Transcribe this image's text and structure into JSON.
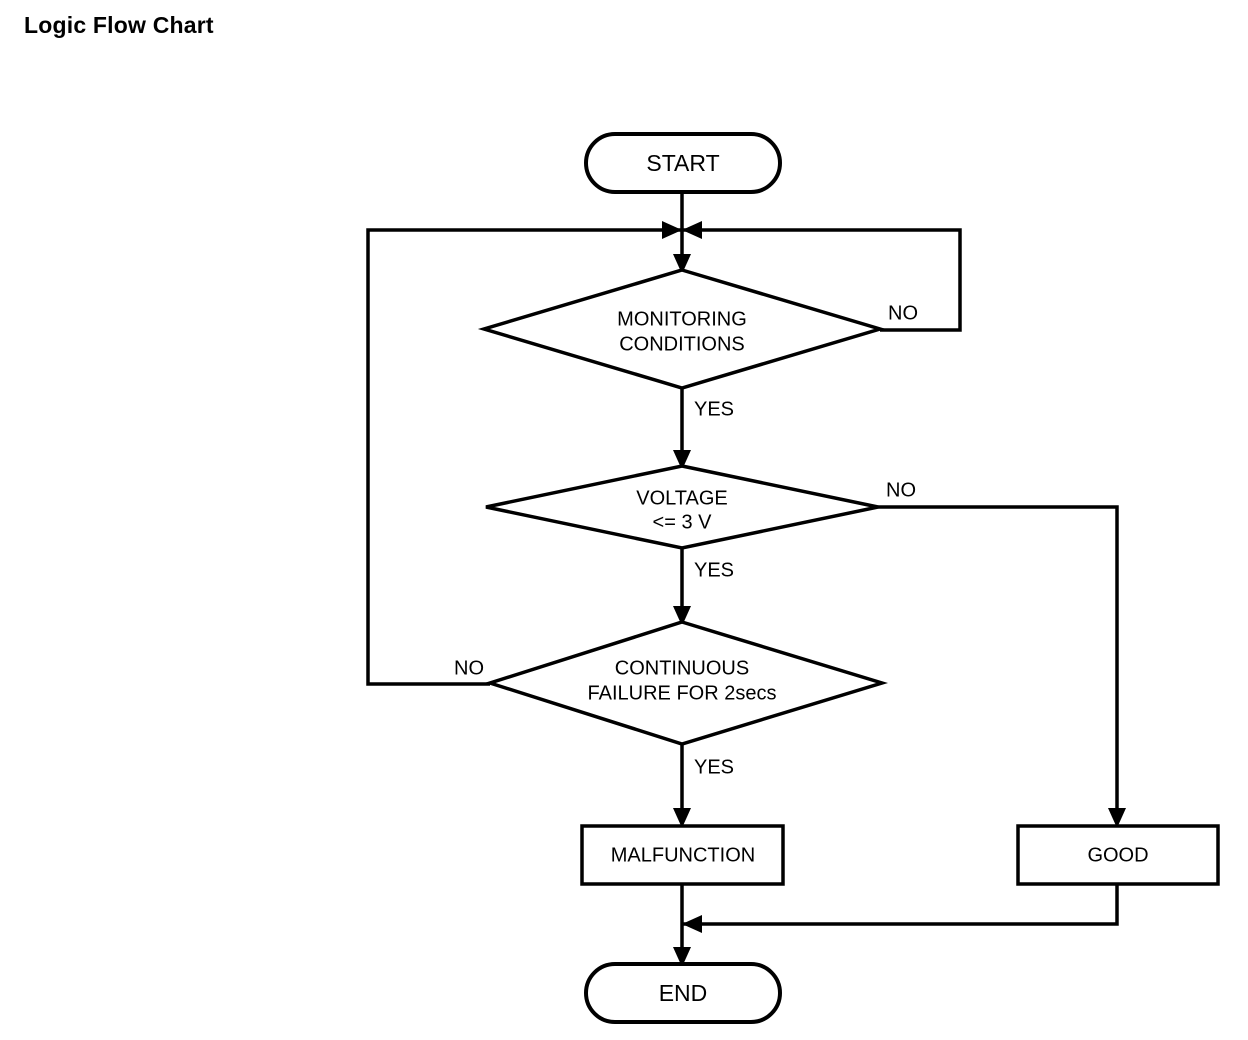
{
  "page": {
    "title": "Logic Flow Chart",
    "background_color": "#ffffff",
    "line_color": "#000000",
    "text_color": "#000000"
  },
  "chart_data": {
    "type": "diagram",
    "diagram_kind": "flowchart",
    "title": "Logic Flow Chart",
    "orientation": "top-to-bottom",
    "nodes": [
      {
        "id": "start",
        "shape": "terminator",
        "label": "START"
      },
      {
        "id": "monitoring",
        "shape": "decision",
        "label_line1": "MONITORING",
        "label_line2": "CONDITIONS"
      },
      {
        "id": "voltage",
        "shape": "decision",
        "label_line1": "VOLTAGE",
        "label_line2": "<= 3 V"
      },
      {
        "id": "continuous",
        "shape": "decision",
        "label_line1": "CONTINUOUS",
        "label_line2": "FAILURE FOR 2secs"
      },
      {
        "id": "malfunction",
        "shape": "process",
        "label": "MALFUNCTION"
      },
      {
        "id": "good",
        "shape": "process",
        "label": "GOOD"
      },
      {
        "id": "end",
        "shape": "terminator",
        "label": "END"
      }
    ],
    "edges": [
      {
        "from": "start",
        "to": "monitoring",
        "label": ""
      },
      {
        "from": "monitoring",
        "to": "voltage",
        "label": "YES"
      },
      {
        "from": "monitoring",
        "to": "monitoring",
        "label": "NO",
        "route": "right-loop-back-to-entry"
      },
      {
        "from": "voltage",
        "to": "continuous",
        "label": "YES"
      },
      {
        "from": "voltage",
        "to": "good",
        "label": "NO",
        "route": "right-down"
      },
      {
        "from": "continuous",
        "to": "malfunction",
        "label": "YES"
      },
      {
        "from": "continuous",
        "to": "monitoring",
        "label": "NO",
        "route": "left-loop-back-to-entry"
      },
      {
        "from": "malfunction",
        "to": "end",
        "label": ""
      },
      {
        "from": "good",
        "to": "end",
        "label": "",
        "route": "down-left-merge"
      }
    ]
  },
  "labels": {
    "start": "START",
    "monitoring_line1": "MONITORING",
    "monitoring_line2": "CONDITIONS",
    "monitoring_no": "NO",
    "monitoring_yes": "YES",
    "voltage_line1": "VOLTAGE",
    "voltage_line2": "<= 3 V",
    "voltage_no": "NO",
    "voltage_yes": "YES",
    "continuous_line1": "CONTINUOUS",
    "continuous_line2": "FAILURE FOR 2secs",
    "continuous_no": "NO",
    "continuous_yes": "YES",
    "malfunction": "MALFUNCTION",
    "good": "GOOD",
    "end": "END"
  }
}
